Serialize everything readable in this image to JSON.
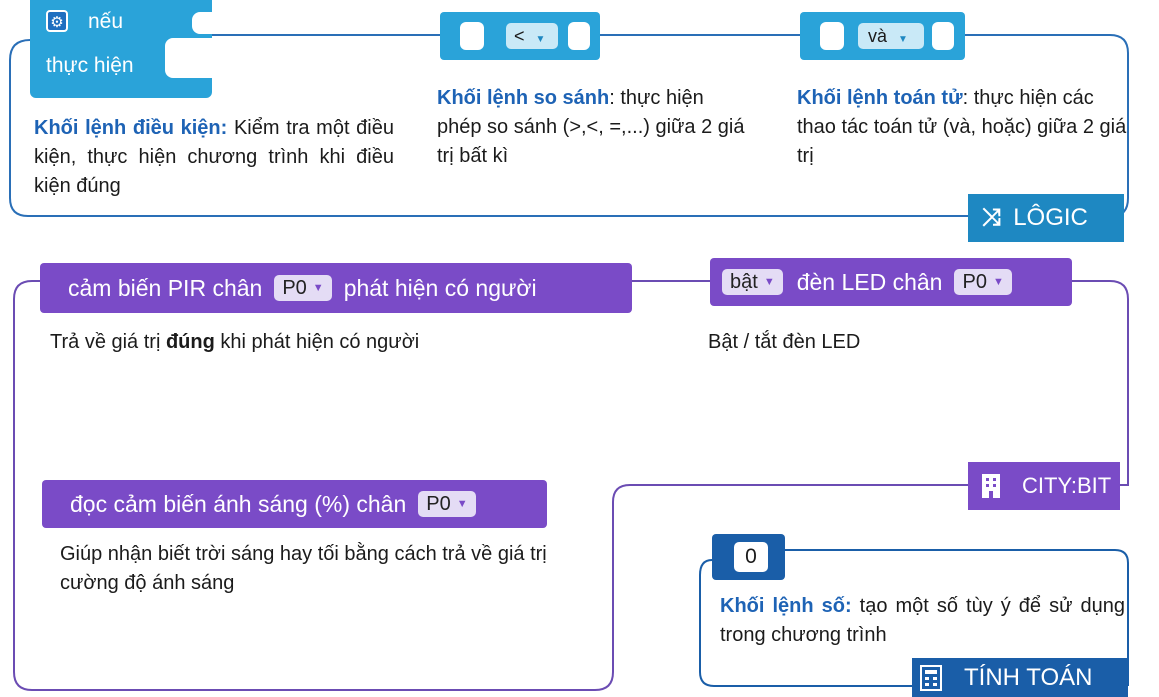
{
  "colors": {
    "logic_blue": "#2aa3d9",
    "logic_dark": "#1e88c2",
    "line_blue": "#2a6fb7",
    "city_purple": "#7a4bc7",
    "math_blue": "#1a5ea8",
    "desc_title": "#1e63b5"
  },
  "logic": {
    "if_block": {
      "line1": "nếu",
      "line2": "thực hiện",
      "icon": "gear-icon"
    },
    "if_desc": {
      "title": "Khối lệnh điều kiện:",
      "text": " Kiểm tra một điều kiện, thực hiện chương trình khi điều kiện đúng"
    },
    "compare_block": {
      "operator": "<"
    },
    "compare_desc": {
      "title": "Khối lệnh so sánh",
      "text": ": thực hiện phép so sánh (>,<, =,...) giữa 2 giá trị bất kì"
    },
    "op_block": {
      "operator": "và"
    },
    "op_desc": {
      "title": "Khối lệnh toán tử",
      "text": ": thực hiện các thao tác toán tử (và, hoặc) giữa 2 giá trị"
    },
    "category": {
      "label": "LÔGIC",
      "icon": "shuffle-icon"
    }
  },
  "city": {
    "pir_block": {
      "prefix": "cảm biến PIR chân",
      "pin": "P0",
      "suffix": "phát hiện có người"
    },
    "pir_desc": {
      "pre": "Trả về giá trị ",
      "bold": "đúng",
      "post": " khi phát hiện có người"
    },
    "led_block": {
      "state": "bật",
      "text": "đèn LED chân",
      "pin": "P0"
    },
    "led_desc": "Bật / tắt đèn LED",
    "light_block": {
      "text": "đọc cảm biến ánh sáng (%) chân",
      "pin": "P0"
    },
    "light_desc": "Giúp nhận biết trời sáng hay tối bằng cách trả về giá trị cường độ ánh sáng",
    "category": {
      "label": "CITY:BIT",
      "icon": "building-icon"
    }
  },
  "math": {
    "number_block": {
      "value": "0"
    },
    "number_desc": {
      "title": "Khối lệnh số:",
      "text": " tạo một số tùy ý để sử dụng trong chương trình"
    },
    "category": {
      "label": "TÍNH TOÁN",
      "icon": "calculator-icon"
    }
  }
}
